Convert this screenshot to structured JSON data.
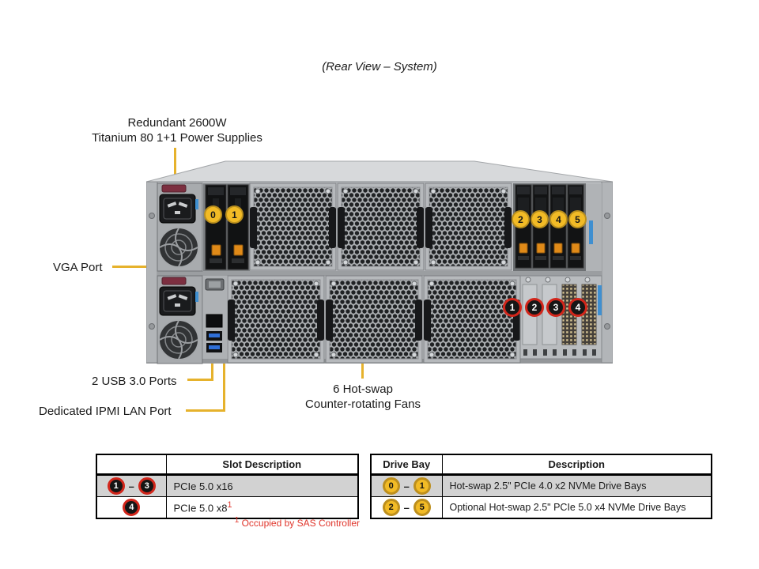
{
  "title": "(Rear View – System)",
  "colors": {
    "callout_gold": "#E6B22C",
    "badge_yellow": "#F2BB26",
    "badge_yellow_ring": "#BD8F1D",
    "badge_red_ring": "#D2261B",
    "badge_black": "#161616",
    "table_row_gray": "#D2D2D2",
    "footnote_red": "#E0352B"
  },
  "callouts": {
    "psu": {
      "line1": "Redundant 2600W",
      "line2": "Titanium 80 1+1 Power Supplies"
    },
    "vga": "VGA Port",
    "usb": "2 USB 3.0 Ports",
    "ipmi": "Dedicated IPMI LAN Port",
    "fans": {
      "line1": "6 Hot-swap",
      "line2": "Counter-rotating Fans"
    }
  },
  "server": {
    "drive_bay_badges_left": [
      "0",
      "1"
    ],
    "drive_bay_badges_right": [
      "2",
      "3",
      "4",
      "5"
    ],
    "pcie_slot_badges": [
      "1",
      "2",
      "3",
      "4"
    ]
  },
  "tables": {
    "range_dash": "–",
    "slots": {
      "header": "Slot Description",
      "rows": [
        {
          "badge_from": "1",
          "badge_to": "3",
          "desc": "PCIe 5.0 x16"
        },
        {
          "badge": "4",
          "desc": "PCIe 5.0 x8",
          "sup": "1"
        }
      ]
    },
    "drive_bays": {
      "header_bay": "Drive Bay",
      "header_desc": "Description",
      "rows": [
        {
          "badge_from": "0",
          "badge_to": "1",
          "desc": "Hot-swap 2.5\" PCIe 4.0 x2 NVMe Drive Bays"
        },
        {
          "badge_from": "2",
          "badge_to": "5",
          "desc": "Optional Hot-swap 2.5\" PCIe 5.0 x4 NVMe Drive Bays"
        }
      ]
    },
    "footnote": {
      "sup": "1",
      "text": " Occupied by SAS Controller"
    }
  }
}
